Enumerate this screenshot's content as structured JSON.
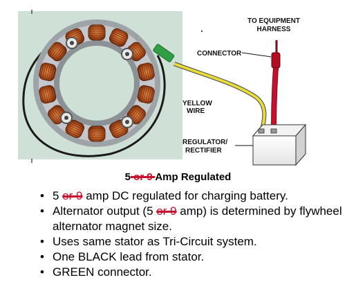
{
  "labels": {
    "to_equipment_harness_line1": "TO EQUIPMENT",
    "to_equipment_harness_line2": "HARNESS",
    "connector": "CONNECTOR",
    "yellow_wire_line1": "YELLOW",
    "yellow_wire_line2": "WIRE",
    "regulator_line1": "REGULATOR/",
    "regulator_line2": "RECTIFIER"
  },
  "caption": {
    "pre": "5",
    "struck": " or 9 ",
    "post": "Amp Regulated"
  },
  "bullets": [
    {
      "pre": "5 ",
      "struck": "or 9",
      "post": " amp DC regulated for charging battery."
    },
    {
      "pre": "Alternator output (5 ",
      "struck": "or 9",
      "post": " amp) is determined by flywheel alternator magnet size."
    },
    {
      "text": "Uses same stator as Tri-Circuit system."
    },
    {
      "text": "One BLACK lead from stator."
    },
    {
      "text": "GREEN connector."
    }
  ],
  "colors": {
    "photo_bg": "#cfe0d6",
    "stator_ring": "#b9bcc0",
    "copper_coil": "#b5521f",
    "yellow_wire": "#e8dc3a",
    "red_wire": "#c8102e",
    "green_connector": "#2f9e44"
  }
}
